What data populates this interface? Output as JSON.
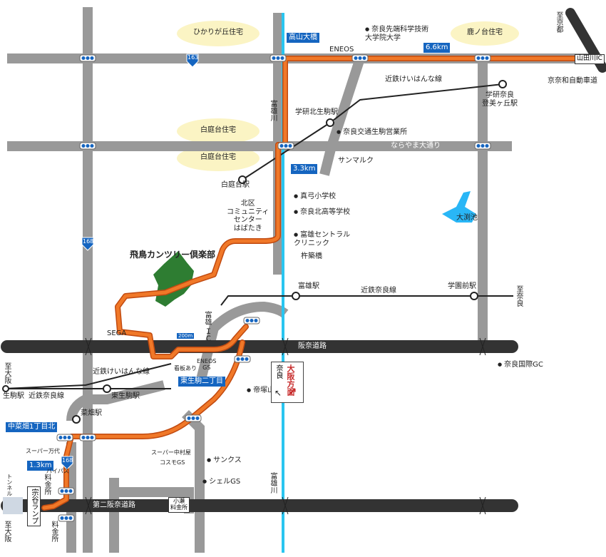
{
  "areas": {
    "hikarigaoka": "ひかりが丘住宅",
    "shiniwadai_north": "白庭台住宅",
    "shiniwadai_south": "白庭台住宅",
    "kanoudai": "鹿ノ台住宅"
  },
  "roads": {
    "route163": "163",
    "route168": "168",
    "route168_south": "168",
    "naraya_odori": "ならやま大通り",
    "hanna_doro": "阪奈道路",
    "daini_hanna_doro": "第二阪奈道路",
    "keinawa": "京奈和自動車道"
  },
  "bridges_ic": {
    "takayama_ohashi": "高山大橋",
    "yamadagawa_ic": "山田川IC",
    "tomio_ic": "富雄\nＩＣ",
    "higashi_ikoma_2": "東生駒二丁目",
    "nakanagai_1": "中菜畑1丁目北",
    "kinase_bridge": "杵築橋"
  },
  "distances": {
    "d66": "6.6km",
    "d33": "3.3km",
    "d13": "1.3km",
    "d200": "200m"
  },
  "rivers": {
    "tomio_river_n": "富雄川",
    "tomio_river_s": "富雄川"
  },
  "stations": {
    "gakken_kita_ikoma": "学研北生駒駅",
    "shiraniwadai": "白庭台駅",
    "gakken_nara_tomigaoka": "学研奈良\n登美ヶ丘駅",
    "tomio": "富雄駅",
    "gakuen_mae": "学園前駅",
    "higashi_ikoma": "東生駒駅",
    "ikoma": "生駒駅",
    "nabata": "菜畑駅"
  },
  "lines": {
    "keihanna_n": "近鉄けいはんな線",
    "keihanna_s": "近鉄けいはんな線",
    "kintetsu_nara": "近鉄奈良線",
    "kintetsu_nara_w": "近鉄奈良線"
  },
  "places": {
    "naist": "奈良先端科学技術\n大学院大学",
    "eneos_n": "ENEOS",
    "nara_kotsu": "奈良交通生駒営業所",
    "sanmaruku": "サンマルク",
    "kita_community": "北区\nコミュニティ\nセンター\nはばたき",
    "mayumi_es": "真弓小学校",
    "nara_kita_hs": "奈良北高等学校",
    "tomio_central": "富雄セントラル\nクリニック",
    "osaka_ike": "大渕池",
    "club": "飛鳥カンツリー倶楽部",
    "sega": "SEGA",
    "eneos_gs": "ENEOS\nGS",
    "kanban": "看板あり",
    "tezukayama": "帝塚山大学",
    "nara_kokusai_gc": "奈良国際GC",
    "super_mandai": "スーパー万代",
    "super_nakamuraya": "スーパー中村屋",
    "cosmo_gs": "コスモGS",
    "sanks": "サンクス",
    "shell_gs": "シェルGS",
    "bypass": "バイパス",
    "kosemiryo": "小瀬\n料金所",
    "ryokinjo_n": "料金所",
    "ryokinjo_s": "料金所",
    "tunnel": "トンネル",
    "kyoto_ramp": "宗谷ランプ"
  },
  "directions": {
    "to_kyoto": "至京都",
    "to_nara": "至奈良",
    "to_osaka_w": "至大阪",
    "to_osaka_sw": "至大阪",
    "sign_nara": "奈良",
    "sign_osaka": "大阪方面"
  },
  "colors": {
    "road": "#999999",
    "expressway": "#333333",
    "route": "#e8601c",
    "river": "#29c5f0",
    "pond": "#29b6f6",
    "golf": "#2e7d32",
    "area_bg": "#fbf4c4",
    "sign_blue": "#1565c0"
  }
}
